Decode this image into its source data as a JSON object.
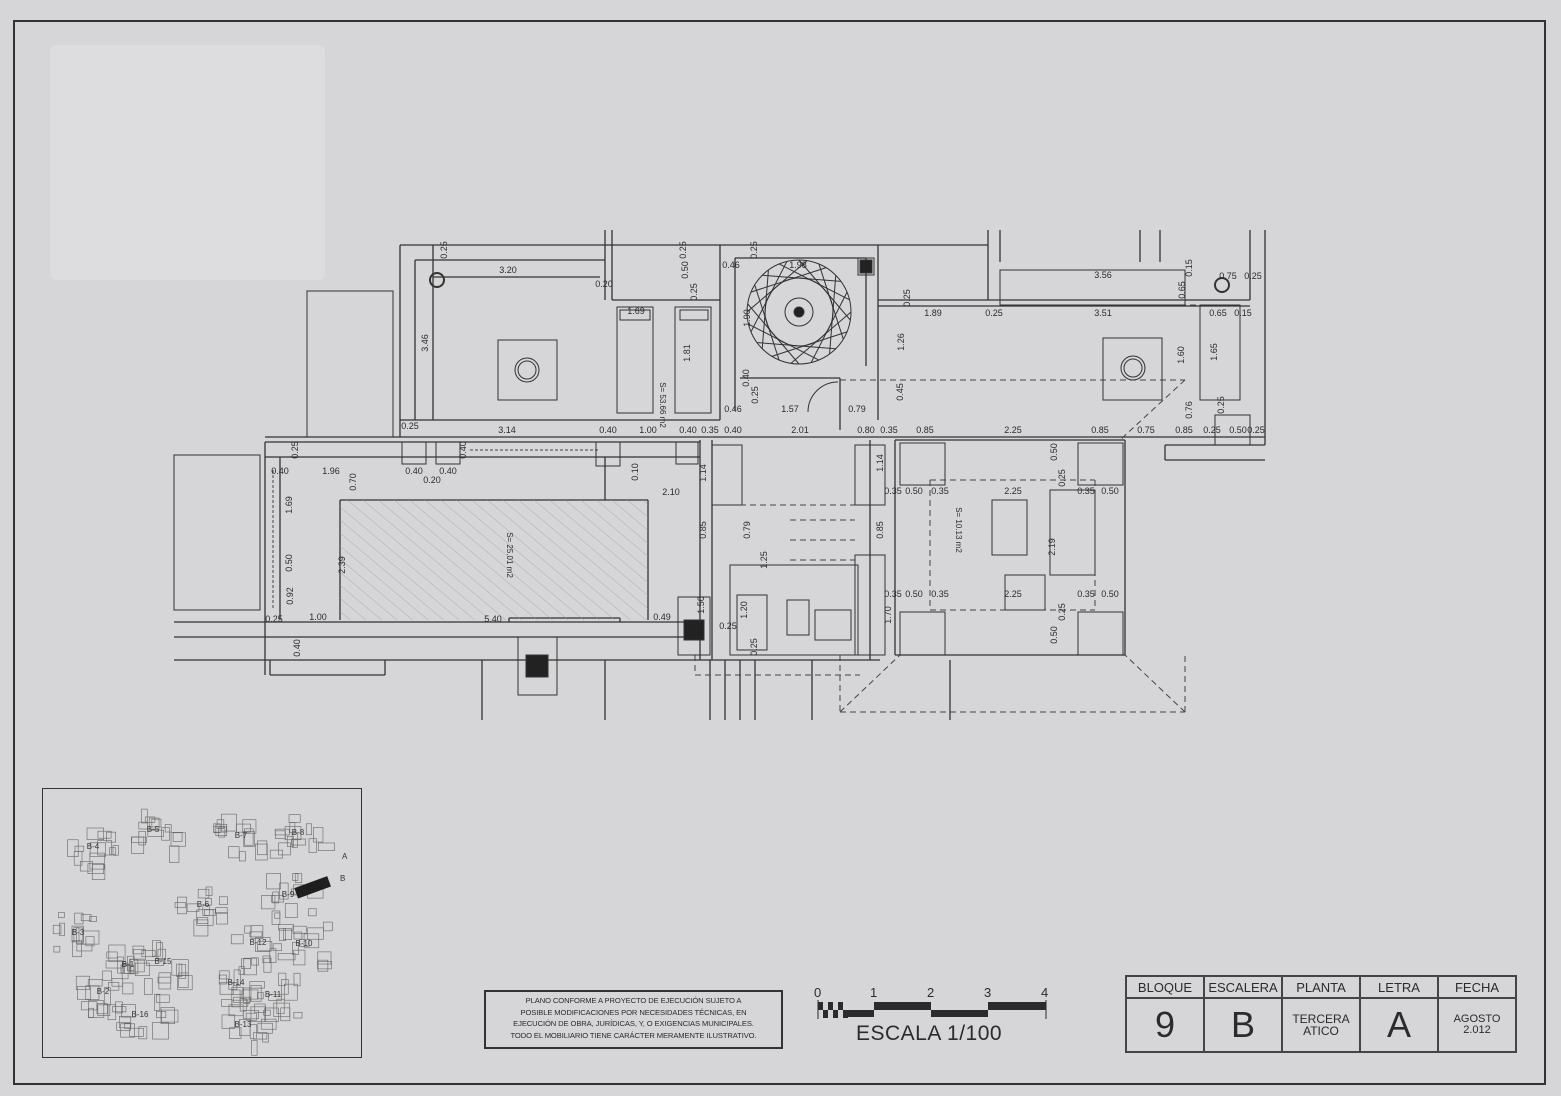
{
  "plan": {
    "areas": [
      "S= 53.66 m2",
      "S= 25.01 m2",
      "S= 10.13 m2"
    ],
    "dimensions": [
      "0.25",
      "3.20",
      "0.20",
      "3.46",
      "0.25",
      "0.50",
      "0.25",
      "0.46",
      "1.98",
      "0.25",
      "1.69",
      "1.81",
      "1.90",
      "0.40",
      "0.25",
      "0.46",
      "1.57",
      "0.79",
      "0.25",
      "1.26",
      "0.45",
      "1.89",
      "0.25",
      "3.56",
      "3.51",
      "0.65",
      "0.15",
      "0.75",
      "0.25",
      "0.65",
      "0.15",
      "1.65",
      "1.60",
      "0.76",
      "0.25",
      "0.25",
      "3.14",
      "0.40",
      "1.00",
      "0.40",
      "0.35",
      "0.40",
      "2.01",
      "0.80",
      "0.35",
      "0.85",
      "2.25",
      "0.85",
      "0.75",
      "0.85",
      "0.25",
      "0.50",
      "0.25",
      "0.25",
      "0.40",
      "1.96",
      "0.70",
      "0.40",
      "0.20",
      "0.40",
      "0.40",
      "0.10",
      "2.10",
      "1.14",
      "1.14",
      "0.35",
      "0.50",
      "0.35",
      "2.25",
      "0.35",
      "0.50",
      "0.50",
      "0.25",
      "1.69",
      "0.85",
      "0.79",
      "0.85",
      "2.19",
      "0.50",
      "2.39",
      "0.92",
      "0.25",
      "1.00",
      "5.40",
      "0.49",
      "0.40",
      "1.20",
      "0.25",
      "0.25",
      "0.35",
      "0.50",
      "0.35",
      "2.25",
      "0.35",
      "0.50",
      "1.70",
      "0.50",
      "0.25",
      "1.25",
      "1.50"
    ]
  },
  "keymap": {
    "blocks": [
      "B-1",
      "B-2",
      "B-3",
      "B-4",
      "B-5",
      "B-6",
      "B-7",
      "B-8",
      "B-9",
      "B-10",
      "B-11",
      "B-12",
      "B-13",
      "B-14",
      "B-15",
      "B-16"
    ],
    "stairs": [
      "A",
      "B"
    ],
    "highlight_color": "#1e1e1e"
  },
  "disclaimer": [
    "PLANO CONFORME A PROYECTO DE EJECUCIÓN SUJETO A",
    "POSIBLE MODIFICACIONES POR NECESIDADES TÉCNICAS, EN",
    "EJECUCIÓN DE OBRA, JURÍDICAS, Y, O EXIGENCIAS MUNICIPALES.",
    "TODO EL MOBILIARIO TIENE CARÁCTER MERAMENTE ILUSTRATIVO."
  ],
  "scale": {
    "label": "ESCALA 1/100",
    "ticks": [
      "0",
      "1",
      "2",
      "3",
      "4"
    ]
  },
  "titleblock": {
    "headers": [
      "BLOQUE",
      "ESCALERA",
      "PLANTA",
      "LETRA",
      "FECHA"
    ],
    "bloque": "9",
    "escalera": "B",
    "planta_1": "TERCERA",
    "planta_2": "ATICO",
    "letra": "A",
    "fecha_1": "AGOSTO",
    "fecha_2": "2.012"
  }
}
